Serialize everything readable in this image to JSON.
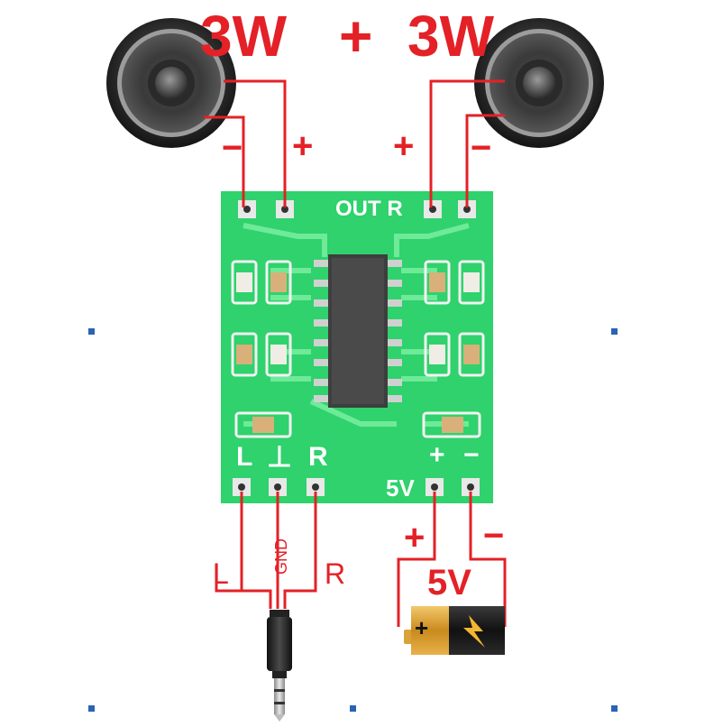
{
  "power_heading": {
    "left": "3W",
    "plus": "+",
    "right": "3W"
  },
  "speaker_left": {
    "minus": "−",
    "plus": "+"
  },
  "speaker_right": {
    "plus": "+",
    "minus": "−"
  },
  "board": {
    "out_label": "OUT R",
    "left_in": "L",
    "gnd_symbol": "⊥",
    "right_in": "R",
    "supply_label": "5V",
    "supply_plus": "+",
    "supply_minus": "−"
  },
  "audio_jack": {
    "left": "L",
    "gnd": "GND",
    "right": "R"
  },
  "battery": {
    "plus": "+",
    "minus": "−",
    "voltage": "5V"
  },
  "colors": {
    "wire": "#e32127",
    "pcb": "#2fd26c",
    "handle": "#2a63b6"
  }
}
